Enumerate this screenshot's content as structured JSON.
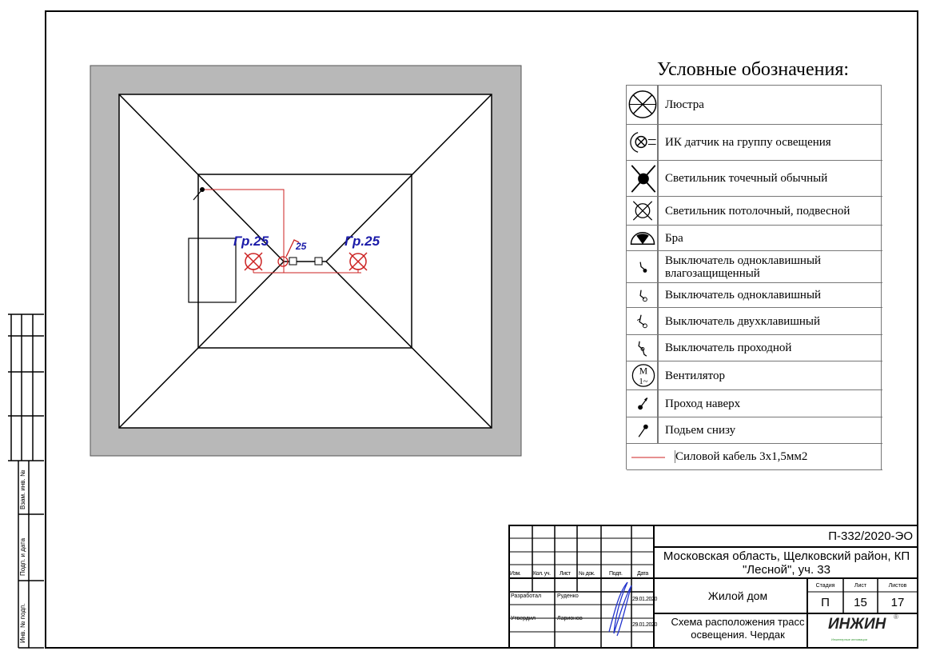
{
  "plan": {
    "group_label_left": "Гр.25",
    "group_label_right": "Гр.25",
    "switch_label": "25"
  },
  "legend": {
    "title": "Условные обозначения:",
    "items": [
      {
        "icon": "chandelier-icon",
        "label": "Люстра"
      },
      {
        "icon": "ir-sensor-icon",
        "label": "ИК датчик на группу освещения"
      },
      {
        "icon": "spot-light-icon",
        "label": "Светильник точечный обычный"
      },
      {
        "icon": "ceiling-light-icon",
        "label": "Светильник потолочный, подвесной"
      },
      {
        "icon": "wall-lamp-icon",
        "label": "Бра"
      },
      {
        "icon": "waterproof-switch-icon",
        "label": "Выключатель одноклавишный влагозащищенный"
      },
      {
        "icon": "single-switch-icon",
        "label": "Выключатель одноклавишный"
      },
      {
        "icon": "double-switch-icon",
        "label": "Выключатель двухклавишный"
      },
      {
        "icon": "pass-switch-icon",
        "label": "Выключатель проходной"
      },
      {
        "icon": "fan-icon",
        "label": "Вентилятор",
        "symbol_top": "M",
        "symbol_bottom": "1~"
      },
      {
        "icon": "pass-up-icon",
        "label": "Проход наверх"
      },
      {
        "icon": "rise-from-below-icon",
        "label": "Подьем снизу"
      },
      {
        "icon": "power-cable-icon",
        "label": "Силовой кабель 3х1,5мм2"
      }
    ]
  },
  "title_block": {
    "doc_code": "П-332/2020-ЭО",
    "address": "Московская область, Щелковский район, КП \"Лесной\", уч. 33",
    "object": "Жилой дом",
    "sheet_title": "Схема расположения трасс освещения. Чердак",
    "headers": [
      "Изм.",
      "Кол. уч.",
      "Лист",
      "№ док.",
      "Подп.",
      "Дата"
    ],
    "stage_label": "Стадия",
    "sheet_label": "Лист",
    "sheets_label": "Листов",
    "stage": "П",
    "sheet": "15",
    "sheets": "17",
    "rows": [
      {
        "role": "Разработал",
        "name": "Руденко",
        "date": "29.01.2020"
      },
      {
        "role": "Утвердил",
        "name": "Ларионов",
        "date": "29.01.2020"
      }
    ],
    "logo": "ИНЖИН",
    "logo_sub": "Инженерные инновации",
    "logo_mark": "®"
  },
  "side_stamp": {
    "labels": [
      "Взам. инв. №",
      "Подп. и дата",
      "Инв. № подп."
    ]
  },
  "colors": {
    "cable": "#cc2222",
    "label_blue": "#1a1aa8",
    "wall": "#b8b8b8"
  }
}
